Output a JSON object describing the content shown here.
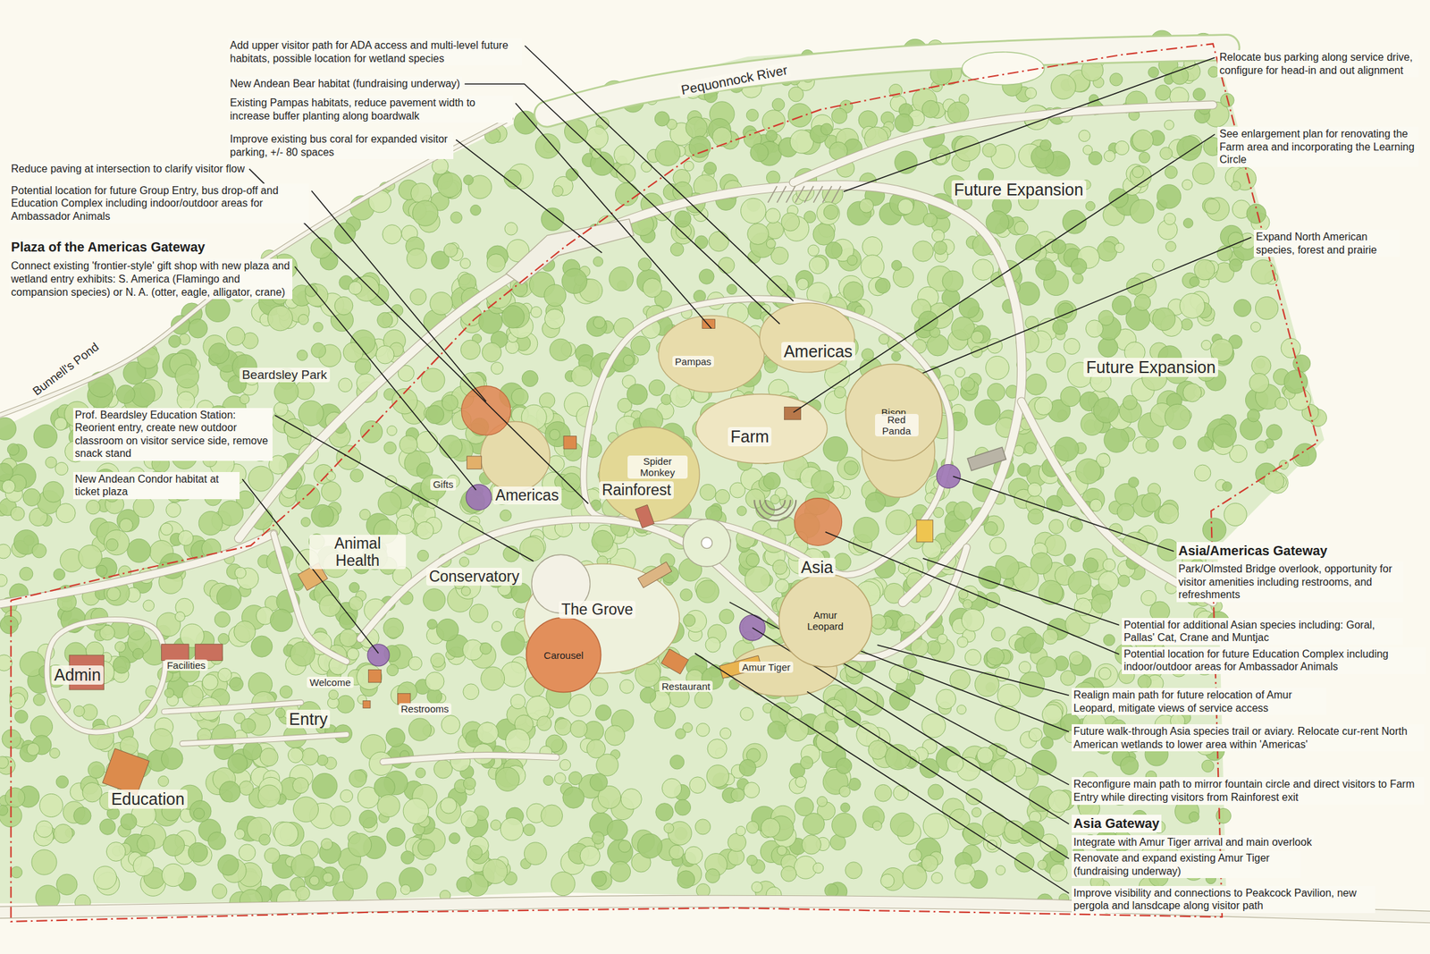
{
  "diagram": {
    "nodes": [
      {
        "text": [
          "Bison"
        ]
      },
      {
        "text": [
          "Amur Leopard"
        ]
      },
      {
        "text": [
          "Carousel"
        ]
      }
    ],
    "labels": [
      "Pequonnock River",
      "Add upper visitor path for ADA access and multi-level future habitats, possible location for wetland species",
      "New Andean Bear habitat (fundraising underway)",
      "Existing Pampas habitats, reduce pavement width to increase buffer planting along boardwalk",
      "Improve existing bus coral for expanded visitor parking, +/- 80 spaces",
      "Reduce paving at intersection to clarify visitor flow",
      "Potential location for future Group Entry, bus drop-off and Education Complex including indoor/outdoor areas for Ambassador Animals",
      "Plaza of the Americas Gateway",
      "Connect existing 'frontier-style' gift shop with new plaza and wetland entry exhibits: S. America (Flamingo and compansion species) or N. A. (otter, eagle, alligator, crane)",
      "Bunnell's Pond",
      "Beardsley Park",
      "Prof. Beardsley Education Station: Reorient entry, create new outdoor classroom on visitor service side, remove snack stand",
      "New Andean Condor habitat at ticket plaza",
      "Relocate bus parking along service drive, configure for head-in and out alignment",
      "See enlargement plan for renovating the Farm area and incorporating the Learning Circle",
      "Future Expansion",
      "Expand North American species, forest and prairie",
      "Future Expansion",
      "Americas",
      "Pampas",
      "Farm",
      "Spider Monkey",
      "Rainforest",
      "Gifts",
      "Americas",
      "Animal Health",
      "Conservatory",
      "The Grove",
      "Asia",
      "Red Panda",
      "Amur Tiger",
      "Restaurant",
      "Admin",
      "Facilities",
      "Welcome",
      "Restrooms",
      "Entry",
      "Education",
      "Asia/Americas Gateway",
      "Park/Olmsted Bridge overlook, opportunity for visitor amenities including restrooms, and refreshments",
      "Potential for additional Asian species including: Goral, Pallas' Cat, Crane and Muntjac",
      "Potential location for future Education Complex including indoor/outdoor areas for Ambassador Animals",
      "Realign main path for future relocation of Amur Leopard, mitigate views of service access",
      "Future walk-through Asia species trail or aviary. Relocate cur-rent North American wetlands to lower area within 'Americas'",
      "Reconfigure main path to mirror fountain circle and direct visitors to Farm Entry while directing visitors from Rainforest exit",
      "Asia Gateway",
      "Integrate with Amur Tiger arrival and main overlook",
      "Renovate and expand existing Amur Tiger (fundraising underway)",
      "Improve visibility and connections to Peakcock Pavilion, new pergola and lansdcape along visitor path"
    ]
  }
}
